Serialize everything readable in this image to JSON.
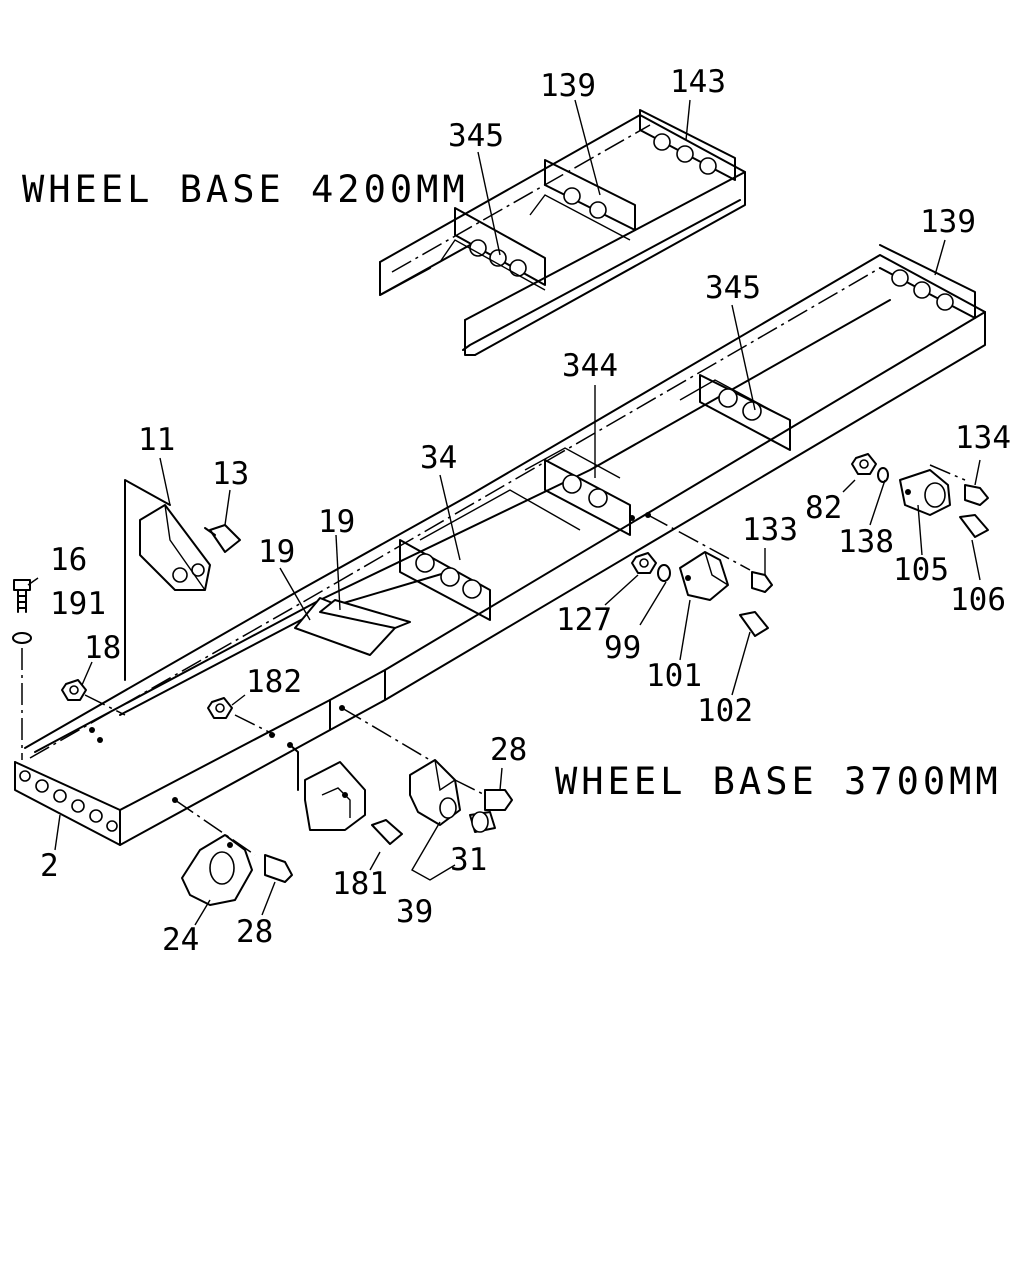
{
  "titles": {
    "wheel_base_4200": "WHEEL BASE 4200MM",
    "wheel_base_3700": "WHEEL BASE 3700MM"
  },
  "callouts": {
    "p143": "143",
    "p139_top": "139",
    "p345_top": "345",
    "p139_right": "139",
    "p345_right": "345",
    "p344": "344",
    "p34": "34",
    "p134": "134",
    "p82": "82",
    "p138": "138",
    "p105": "105",
    "p106": "106",
    "p133": "133",
    "p127": "127",
    "p99": "99",
    "p101": "101",
    "p102": "102",
    "p11": "11",
    "p13": "13",
    "p19_right": "19",
    "p19_left": "19",
    "p16": "16",
    "p191": "191",
    "p18": "18",
    "p182": "182",
    "p28_right": "28",
    "p2": "2",
    "p181": "181",
    "p31": "31",
    "p39": "39",
    "p24": "24",
    "p28_bottom": "28"
  }
}
